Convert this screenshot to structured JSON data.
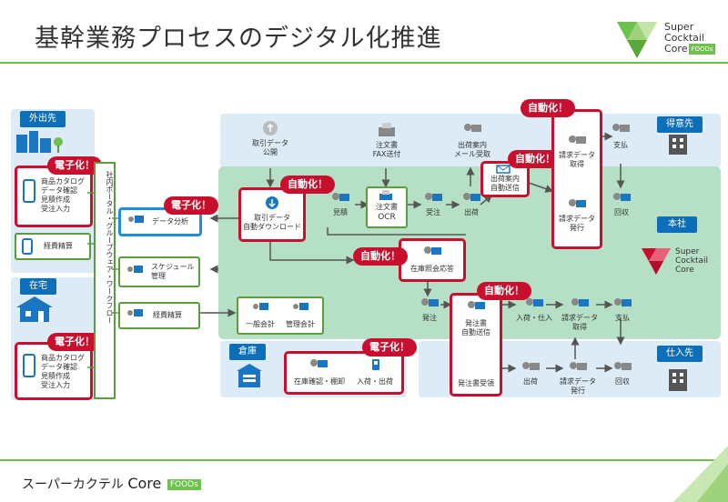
{
  "title": "基幹業務プロセスのデジタル化推進",
  "brand": {
    "line1": "Super",
    "line2": "Cocktail",
    "line3": "Core",
    "badge": "FOODs"
  },
  "colors": {
    "green": "#6cc24a",
    "red": "#c8102e",
    "blue": "#0d6fb8",
    "panel_green": "#b6e0c6",
    "panel_blue": "#dcebf6"
  },
  "zones": {
    "outside": "外出先",
    "home": "在宅",
    "customer": "得意先",
    "hq": "本社",
    "warehouse": "倉庫",
    "supplier": "仕入先"
  },
  "badges": {
    "digital": "電子化！",
    "auto": "自動化！"
  },
  "portal": "社内ポータル・グループウェア・ワークフロー",
  "outside_items": [
    "商品カタログ",
    "データ確認",
    "見積作成",
    "受注入力"
  ],
  "outside_expense": "経費精算",
  "home_items": [
    "商品カタログ",
    "データ確認",
    "見積作成",
    "受注入力"
  ],
  "left_nodes": {
    "analysis": "データ分析",
    "schedule": "スケジュール\n管理",
    "expense": "経費精算",
    "general_accounting": "一般会計",
    "management_accounting": "管理会計"
  },
  "customer_flow": {
    "transaction_public": "取引データ\n公開",
    "order_fax": "注文書\nFAX送付",
    "shipping_mail": "出荷案内\nメール受取",
    "payment": "支払",
    "shipping_auto": "出荷案内\n自動送信",
    "invoice_get": "請求データ\n取得",
    "invoice_issue": "請求データ\n発行",
    "collection": "回収"
  },
  "hq_flow": {
    "auto_download": "取引データ\n自動ダウンロード",
    "estimate": "見積",
    "order_ocr_top": "注文書",
    "order_ocr_bottom": "OCR",
    "order_receipt": "受注",
    "shipment": "出荷",
    "inventory_reply": "在庫照会応答",
    "purchase_order": "発注",
    "po_auto_send": "発注書\n自動送信",
    "arrival": "入荷・仕入",
    "invoice_get2": "請求データ\n取得",
    "payment2": "支払",
    "po_receive": "発注書受領",
    "ship2": "出荷",
    "invoice_issue2": "請求データ\n発行",
    "collection2": "回収"
  },
  "warehouse_flow": {
    "stock_check": "在庫確認・棚卸",
    "in_out": "入荷・出荷"
  },
  "hq_logo": {
    "line1": "Super",
    "line2": "Cocktail",
    "line3": "Core"
  },
  "footer": {
    "main": "スーパーカクテル",
    "core": "Core",
    "badge": "FOODs"
  }
}
